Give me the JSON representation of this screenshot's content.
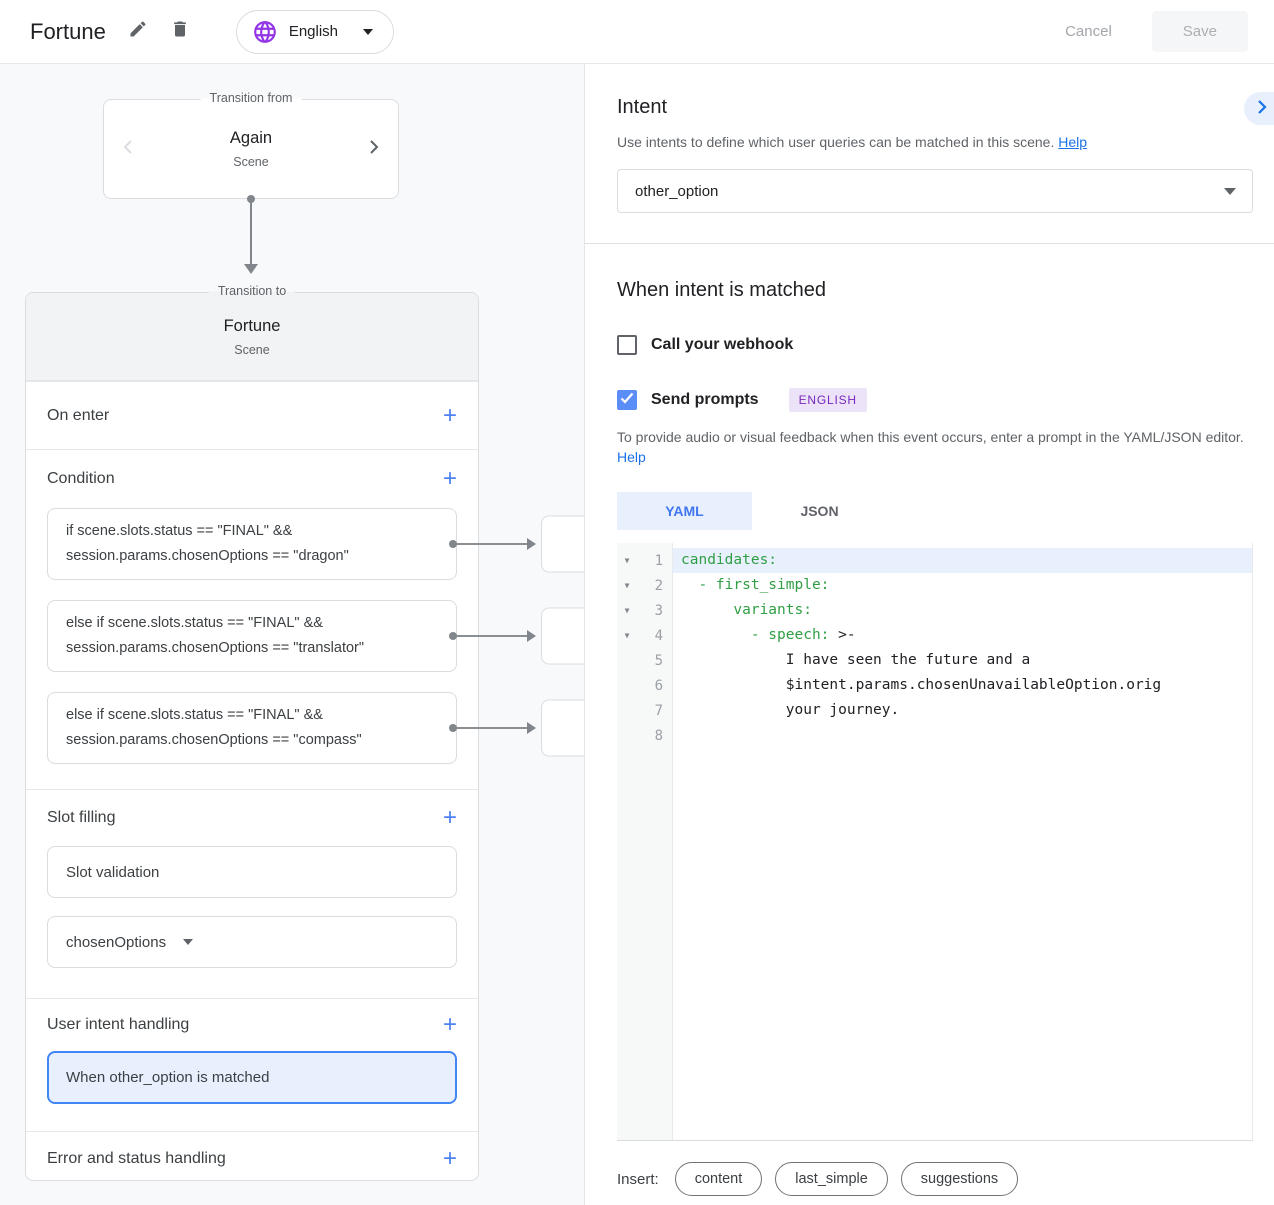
{
  "header": {
    "title": "Fortune",
    "language": "English",
    "cancel_label": "Cancel",
    "save_label": "Save"
  },
  "graph": {
    "from_legend": "Transition from",
    "from_name": "Again",
    "from_type": "Scene",
    "to_legend": "Transition to",
    "to_name": "Fortune",
    "to_type": "Scene",
    "on_enter_label": "On enter",
    "condition_label": "Condition",
    "conditions": [
      [
        "if scene.slots.status == \"FINAL\" &&",
        "session.params.chosenOptions == \"dragon\""
      ],
      [
        "else if scene.slots.status == \"FINAL\" &&",
        "session.params.chosenOptions == \"translator\""
      ],
      [
        "else if scene.slots.status == \"FINAL\" &&",
        "session.params.chosenOptions == \"compass\""
      ]
    ],
    "slot_filling_label": "Slot filling",
    "slot_validation_label": "Slot validation",
    "slot_param": "chosenOptions",
    "user_intent_label": "User intent handling",
    "user_intent_item": "When other_option is matched",
    "error_label": "Error and status handling"
  },
  "intent": {
    "title": "Intent",
    "description": "Use intents to define which user queries can be matched in this scene.",
    "help_label": "Help",
    "selected": "other_option",
    "matched_title": "When intent is matched",
    "webhook_label": "Call your webhook",
    "prompts_label": "Send prompts",
    "language_badge": "ENGLISH",
    "prompt_hint": "To provide audio or visual feedback when this event occurs, enter a prompt in the YAML/JSON editor.",
    "hint_help_label": "Help",
    "tab_yaml": "YAML",
    "tab_json": "JSON",
    "insert_label": "Insert:",
    "chips": [
      "content",
      "last_simple",
      "suggestions"
    ]
  },
  "editor": {
    "lines": [
      {
        "n": "1",
        "fold": true,
        "hl": true,
        "seg": [
          {
            "c": "key",
            "t": "candidates:"
          }
        ]
      },
      {
        "n": "2",
        "fold": true,
        "seg": [
          {
            "c": "plain",
            "t": "  "
          },
          {
            "c": "key",
            "t": "- first_simple:"
          }
        ]
      },
      {
        "n": "3",
        "fold": true,
        "seg": [
          {
            "c": "plain",
            "t": "      "
          },
          {
            "c": "key",
            "t": "variants:"
          }
        ]
      },
      {
        "n": "4",
        "fold": true,
        "seg": [
          {
            "c": "plain",
            "t": "        "
          },
          {
            "c": "key",
            "t": "- speech:"
          },
          {
            "c": "plain",
            "t": " >-"
          }
        ]
      },
      {
        "n": "5",
        "seg": [
          {
            "c": "plain",
            "t": "            I have seen the future and a"
          }
        ]
      },
      {
        "n": "6",
        "seg": [
          {
            "c": "plain",
            "t": "            $intent.params.chosenUnavailableOption.orig"
          }
        ]
      },
      {
        "n": "7",
        "seg": [
          {
            "c": "plain",
            "t": "            your journey."
          }
        ]
      },
      {
        "n": "8",
        "seg": []
      }
    ]
  },
  "colors": {
    "accent_blue": "#1a73e8",
    "plus_blue": "#4d82f3",
    "checkbox_blue": "#5b8df6",
    "selection_bg": "#e8f0fe",
    "selection_border": "#4285f4",
    "purple_globe": "#9334e6",
    "badge_bg": "#ece3f9",
    "badge_text": "#7627bb",
    "code_key_green": "#2f9e44",
    "panel_bg": "#f8f9fa",
    "border_gray": "#dadce0"
  }
}
